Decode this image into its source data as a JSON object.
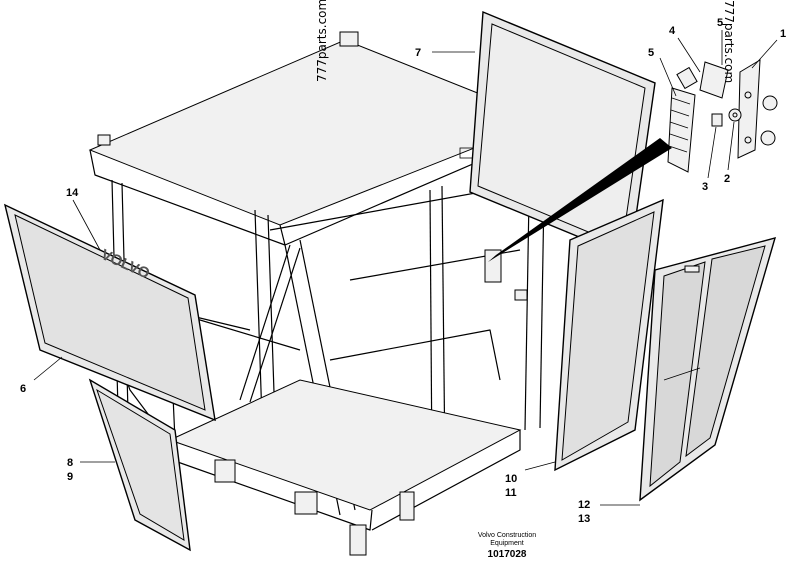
{
  "callouts": {
    "c1": "1",
    "c2": "2",
    "c3": "3",
    "c4": "4",
    "c5a": "5",
    "c5b": "5",
    "c6": "6",
    "c7": "7",
    "c8": "8",
    "c9": "9",
    "c10": "10",
    "c11": "11",
    "c12": "12",
    "c13": "13",
    "c14": "14"
  },
  "glass_logo_text": "VOLVO",
  "watermark_a": "777parts.com",
  "watermark_b": "777parts.com",
  "footer": {
    "line1": "Volvo Construction",
    "line2": "Equipment",
    "drawing_number": "1017028"
  }
}
